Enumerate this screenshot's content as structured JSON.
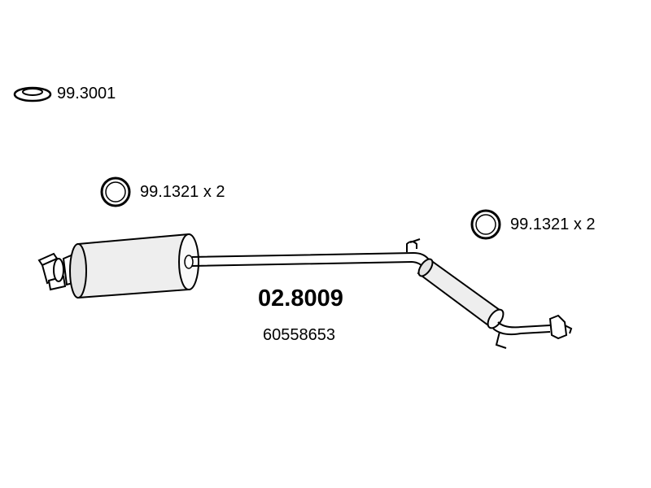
{
  "parts": {
    "gasket": {
      "code": "99.3001",
      "icon": "flat-gasket-icon"
    },
    "ring_left": {
      "code": "99.1321 x 2",
      "icon": "o-ring-icon"
    },
    "ring_right": {
      "code": "99.1321 x 2",
      "icon": "o-ring-icon"
    }
  },
  "product": {
    "code": "02.8009",
    "oem_number": "60558653"
  },
  "colors": {
    "line": "#000000",
    "background": "#ffffff",
    "body_shade": "#e8e8e8"
  }
}
